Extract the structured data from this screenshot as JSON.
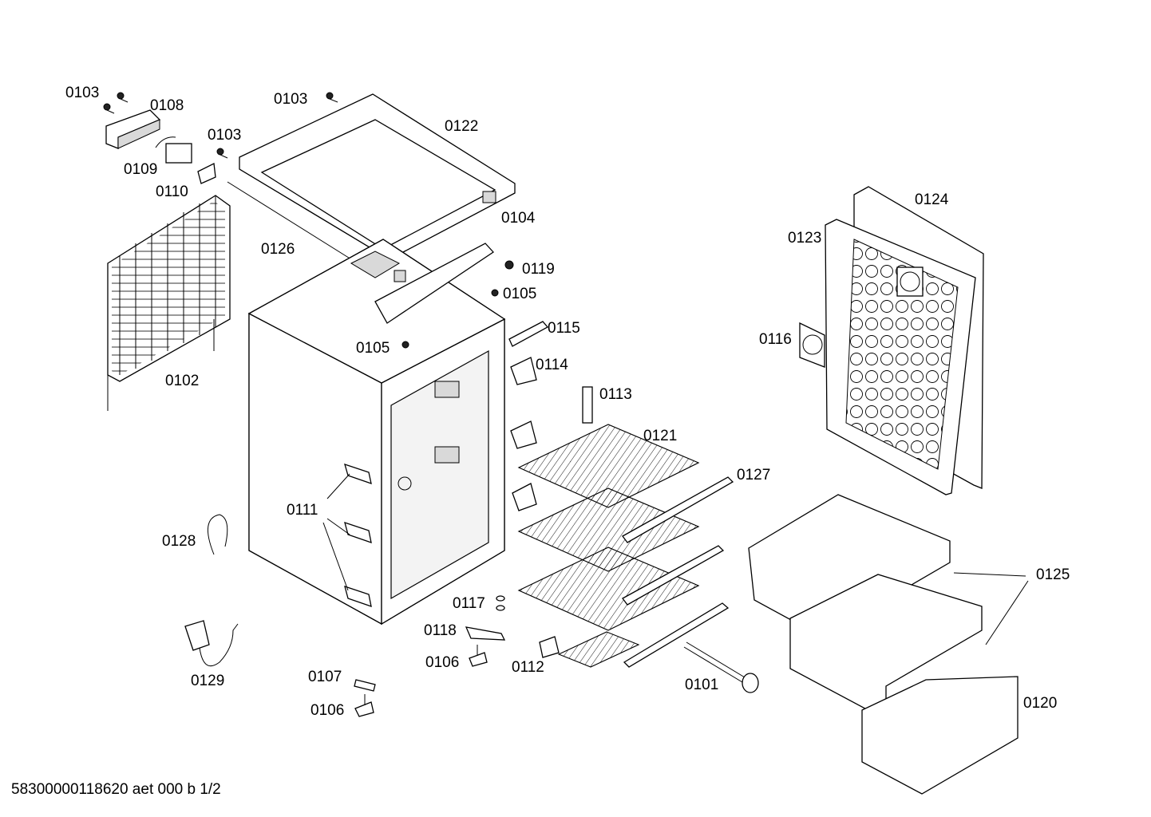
{
  "diagram": {
    "part_labels": [
      "0103",
      "0108",
      "0103",
      "0109",
      "0110",
      "0103",
      "0122",
      "0104",
      "0126",
      "0119",
      "0105",
      "0105",
      "0115",
      "0102",
      "0114",
      "0113",
      "0121",
      "0127",
      "0111",
      "0128",
      "0117",
      "0118",
      "0106",
      "0112",
      "0129",
      "0107",
      "0106",
      "0101",
      "0124",
      "0123",
      "0116",
      "0125",
      "0120"
    ],
    "footer": "58300000118620 aet 000 b 1/2"
  }
}
